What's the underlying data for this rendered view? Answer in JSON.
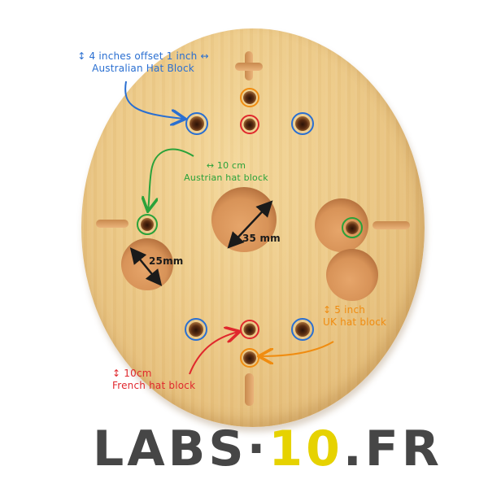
{
  "colors": {
    "background": "#ffffff",
    "wood_light": "#f3d79a",
    "wood_mid": "#ecc987",
    "wood_dark": "#d5a862",
    "hole_inner": "#4a2410",
    "blue": "#2a6fd1",
    "green": "#2aa23a",
    "orange": "#f08c10",
    "red": "#e0282d",
    "logo_dark": "#464646",
    "logo_yellow": "#e6d200"
  },
  "annotations": {
    "australian": {
      "line1": "↕ 4 inches offset 1 inch ↔",
      "line2": "Australian Hat Block",
      "color": "#2a6fd1"
    },
    "austrian": {
      "line1": "↔ 10 cm",
      "line2": "Austrian hat block",
      "color": "#2aa23a"
    },
    "uk": {
      "line1": "↕ 5 inch",
      "line2": "UK hat block",
      "color": "#f08c10"
    },
    "french": {
      "line1": "↕ 10cm",
      "line2": "French hat block",
      "color": "#e0282d"
    }
  },
  "dimensions": {
    "center_hole": "35 mm",
    "left_hole": "25mm"
  },
  "logo": {
    "part1": "LABS",
    "separator": "·",
    "part2": "10",
    "part3": ".FR"
  },
  "watermark": "LABS·10.FR"
}
